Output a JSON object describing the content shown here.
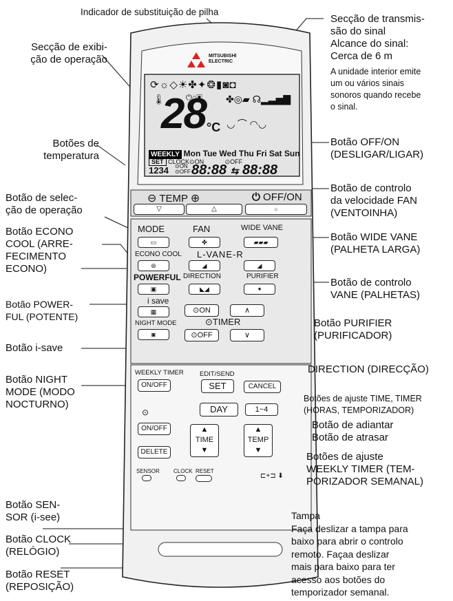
{
  "labels": {
    "battery": "Indicador de substituição de pilha",
    "transmit": [
      "Secção de transmis-",
      "são do sinal",
      "Alcance do sinal:",
      "Cerca de 6 m"
    ],
    "transmit_note": [
      "A unidade interior emite",
      "um ou vários sinais",
      "sonoros quando recebe",
      "o sinal."
    ],
    "display": [
      "Secção de exibi-",
      "ção de operação"
    ],
    "temp": [
      "Botões de",
      "temperatura"
    ],
    "offon": [
      "Botão OFF/ON",
      "(DESLIGAR/LIGAR)"
    ],
    "opsel": [
      "Botão de selec-",
      "ção de operação"
    ],
    "fan": [
      "Botão de controlo",
      "da velocidade FAN",
      "(VENTOINHA)"
    ],
    "econo": [
      "Botão ECONO",
      "COOL (ARRE-",
      "FECIMENTO",
      "ECONO)"
    ],
    "widevane": [
      "Botão WIDE VANE",
      "(PALHETA LARGA)"
    ],
    "vane": [
      "Botão de controlo",
      "VANE (PALHETAS)"
    ],
    "powerful": [
      "Botão POWER-",
      "FUL (POTENTE)"
    ],
    "purifier": [
      "Botão PURIFIER",
      "(PURIFICADOR)"
    ],
    "isave": "Botão i-save",
    "direction": "DIRECTION (DIRECÇÃO)",
    "night": [
      "Botão NIGHT",
      "MODE (MODO",
      "NOCTURNO)"
    ],
    "timeset": [
      "Botões de ajuste TIME, TIMER",
      "(HORAS, TEMPORIZADOR)"
    ],
    "adv": [
      "Botão de adiantar",
      "Botão de atrasar"
    ],
    "weekly": [
      "Botões de ajuste",
      "WEEKLY TIMER (TEM-",
      "PORIZADOR SEMANAL)"
    ],
    "sensor": [
      "Botão SEN-",
      "SOR (i-see)"
    ],
    "clock": [
      "Botão CLOCK",
      "(RELÓGIO)"
    ],
    "reset": [
      "Botão RESET",
      "(REPOSIÇÃO)"
    ],
    "cover": [
      "Tampa",
      "Faça deslizar a tampa para",
      "baixo para abrir o controlo",
      "remoto. Façaa deslizar",
      "mais para baixo para ter",
      "acesso aos botões do",
      "temporizador semanal."
    ]
  },
  "remote": {
    "brand": [
      "MITSUBISHI",
      "ELECTRIC"
    ],
    "temp_value": "28",
    "unit": "°C",
    "weekly_badge": "WEEKLY",
    "days": "Mon Tue Wed Thu Fri Sat Sun",
    "set_badge": "SET",
    "clock_on": "CLOCK⊙ON",
    "off_small": "⊙OFF",
    "prog_nums": "1234",
    "on_small": "⊙ON",
    "off_small2": "⊙OFF",
    "time1": "88:88",
    "arrow": "⇆",
    "time2": "88:88",
    "temp_label": "TEMP",
    "offon_label": "OFF/ON",
    "mode": "MODE",
    "fan": "FAN",
    "wide_vane": "WIDE VANE",
    "econo_cool": "ECONO COOL",
    "lvane_r": "L-VANE-R",
    "powerful": "POWERFUL",
    "direction": "DIRECTION",
    "purifier": "PURIFIER",
    "isave": "i save",
    "on_btn": "⊙ON",
    "timer": "⊙TIMER",
    "off_btn": "⊙OFF",
    "night_mode": "NIGHT MODE",
    "weekly_timer": "WEEKLY TIMER",
    "edit_send": "EDIT/SEND",
    "on_off": "ON/OFF",
    "set": "SET",
    "cancel": "CANCEL",
    "day": "DAY",
    "one_four": "1~4",
    "on_off2": "ON/OFF",
    "time": "TIME",
    "temp2": "TEMP",
    "delete": "DELETE",
    "sensor": "SENSOR",
    "clock": "CLOCK",
    "reset": "RESET"
  }
}
